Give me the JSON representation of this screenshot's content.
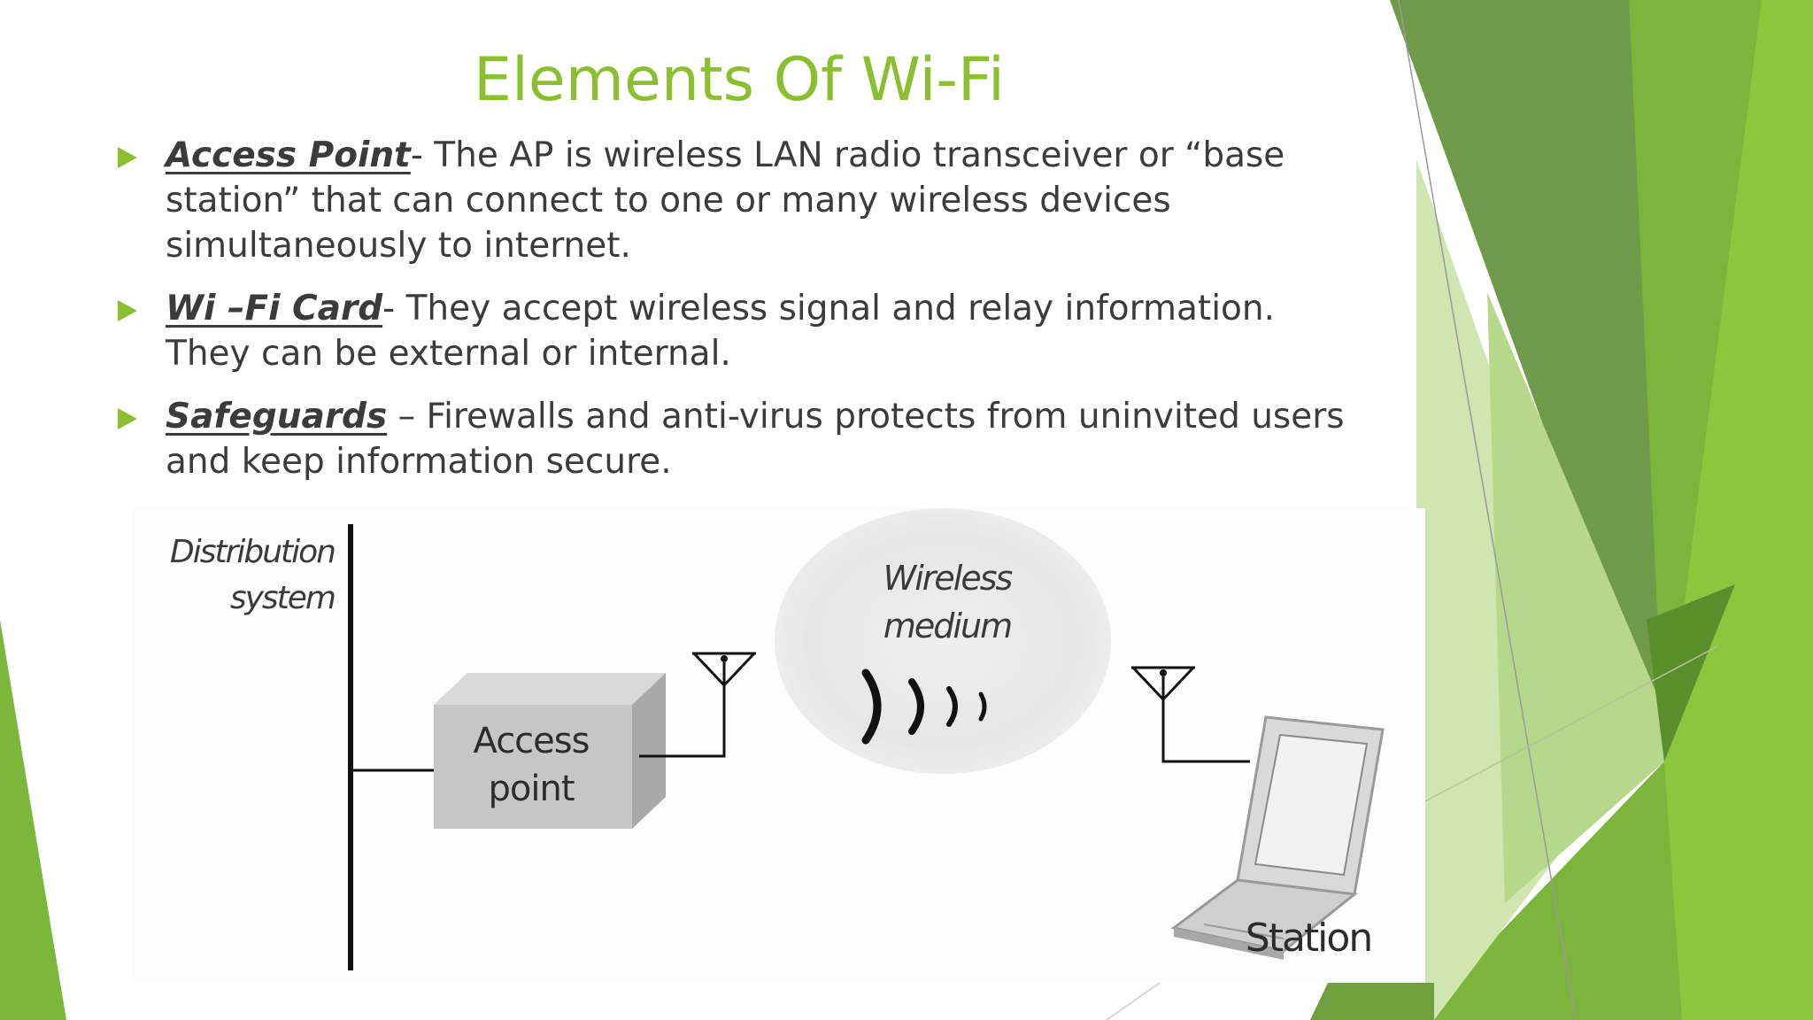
{
  "slide": {
    "title": "Elements Of Wi-Fi",
    "accent_color": "#8cbf2f",
    "bullets": [
      {
        "term": "Access Point",
        "text": "- The AP is wireless LAN radio transceiver or “base station” that can connect to one or many wireless devices simultaneously to internet."
      },
      {
        "term": "Wi –Fi Card",
        "text": "- They accept wireless signal and relay information. They can be external or internal."
      },
      {
        "term": "Safeguards",
        "text": " – Firewalls and anti-virus protects from uninvited users and keep information secure."
      }
    ]
  },
  "diagram": {
    "distribution_system": "Distribution system",
    "wireless_medium": "Wireless medium",
    "access_point": "Access point",
    "station": "Station",
    "icons": [
      "antenna-icon",
      "radio-wave-icon",
      "laptop-icon"
    ]
  }
}
